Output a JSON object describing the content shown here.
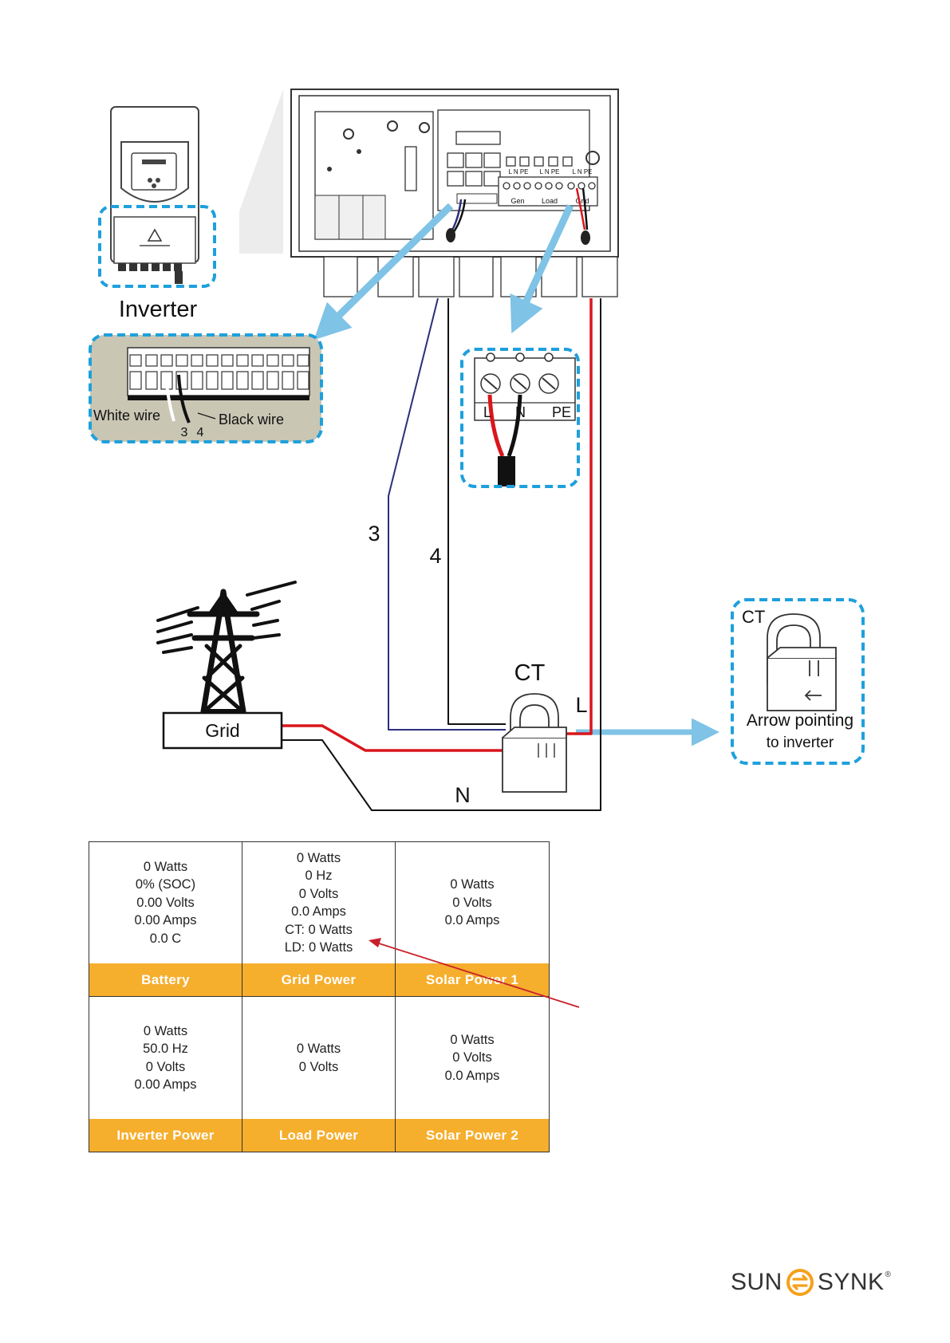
{
  "labels": {
    "inverter": "Inverter",
    "white_wire": "White wire",
    "black_wire": "Black wire",
    "pin_3": "3",
    "pin_4": "4",
    "terminal_l": "L",
    "terminal_n": "N",
    "terminal_pe": "PE",
    "wire_3": "3",
    "wire_4": "4",
    "ct_main": "CT",
    "live": "L",
    "neutral": "N",
    "grid": "Grid",
    "ct_inset": "CT",
    "arrow_pointing_line1": "Arrow pointing",
    "arrow_pointing_line2": "to inverter",
    "panel_gen": "Gen",
    "panel_load": "Load",
    "panel_grid": "Grid",
    "panel_lnpe": "L N PE"
  },
  "status_table": [
    {
      "title": "Battery",
      "values": [
        "0 Watts",
        "0% (SOC)",
        "0.00 Volts",
        "0.00 Amps",
        "0.0 C"
      ]
    },
    {
      "title": "Grid Power",
      "values": [
        "0 Watts",
        "0 Hz",
        "0 Volts",
        "0.0 Amps",
        "CT: 0 Watts",
        "LD: 0 Watts"
      ]
    },
    {
      "title": "Solar Power 1",
      "values": [
        "0 Watts",
        "0 Volts",
        "0.0 Amps"
      ]
    },
    {
      "title": "Inverter Power",
      "values": [
        "0 Watts",
        "50.0 Hz",
        "0 Volts",
        "0.00 Amps"
      ]
    },
    {
      "title": "Load Power",
      "values": [
        "0 Watts",
        "0 Volts"
      ]
    },
    {
      "title": "Solar Power 2",
      "values": [
        "0 Watts",
        "0 Volts",
        "0.0 Amps"
      ]
    }
  ],
  "brand": {
    "left": "SUN",
    "right": "SYNK"
  },
  "colors": {
    "callout_border": "#1ea0dc",
    "callout_arrow": "#7fc3e6",
    "live_wire": "#d9161c",
    "wire_3": "#2b2f7a",
    "wire_4": "#111111",
    "table_header": "#f6ae2d",
    "annotation_arrow": "#c8202a",
    "brand_orange": "#f6a01a"
  }
}
